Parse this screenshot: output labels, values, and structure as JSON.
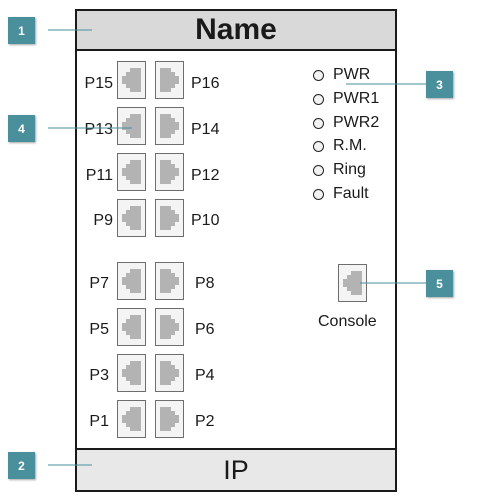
{
  "device": {
    "name": "Name",
    "ip": "IP",
    "console_label": "Console"
  },
  "ports": {
    "upper": [
      {
        "left": "P15",
        "right": "P16"
      },
      {
        "left": "P13",
        "right": "P14"
      },
      {
        "left": "P11",
        "right": "P12"
      },
      {
        "left": "P9",
        "right": "P10"
      }
    ],
    "lower": [
      {
        "left": "P7",
        "right": "P8"
      },
      {
        "left": "P5",
        "right": "P6"
      },
      {
        "left": "P3",
        "right": "P4"
      },
      {
        "left": "P1",
        "right": "P2"
      }
    ]
  },
  "leds": [
    "PWR",
    "PWR1",
    "PWR2",
    "R.M.",
    "Ring",
    "Fault"
  ],
  "callouts": [
    "1",
    "2",
    "3",
    "4",
    "5"
  ],
  "colors": {
    "callout": "#4a8f9c",
    "header_bg": "#d9d9d9",
    "footer_bg": "#e8e8e8",
    "port_icon": "#b3b3b3"
  }
}
